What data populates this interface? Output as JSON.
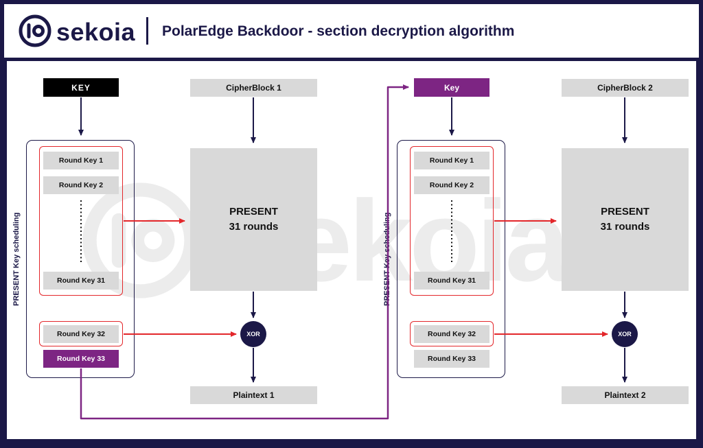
{
  "header": {
    "brand": "sekoia",
    "title": "PolarEdge Backdoor - section decryption algorithm"
  },
  "watermark": {
    "text": "sekoia"
  },
  "colors": {
    "navy": "#1b1847",
    "purple": "#7d2583",
    "red": "#e3262a",
    "box_gray": "#d9d9d9",
    "key_black": "#000000",
    "background": "#ffffff"
  },
  "left": {
    "key": "KEY",
    "cipher": "CipherBlock 1",
    "scheduling": "PRESENT Key scheduling",
    "round_keys": [
      "Round Key 1",
      "Round Key 2",
      "Round Key 31"
    ],
    "round_key_32": "Round Key 32",
    "round_key_33": "Round Key 33",
    "present_line1": "PRESENT",
    "present_line2": "31 rounds",
    "xor": "XOR",
    "plaintext": "Plaintext 1"
  },
  "right": {
    "key": "Key",
    "cipher": "CipherBlock 2",
    "scheduling": "PRESENT Key scheduling",
    "round_keys": [
      "Round Key 1",
      "Round Key 2",
      "Round Key 31"
    ],
    "round_key_32": "Round Key 32",
    "round_key_33": "Round Key 33",
    "present_line1": "PRESENT",
    "present_line2": "31 rounds",
    "xor": "XOR",
    "plaintext": "Plaintext 2"
  }
}
